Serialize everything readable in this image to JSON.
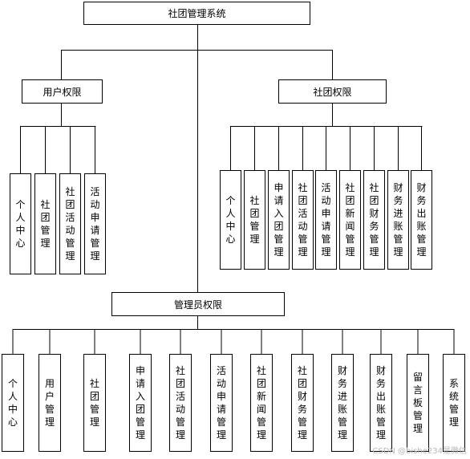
{
  "root": "社团管理系统",
  "user_branch": {
    "title": "用户权限",
    "items": [
      "个人中心",
      "社团管理",
      "社团活动管理",
      "活动申请管理"
    ]
  },
  "club_branch": {
    "title": "社团权限",
    "items": [
      "个人中心",
      "社团管理",
      "申请入团管理",
      "社团活动管理",
      "活动申请管理",
      "社团新闻管理",
      "社团财务管理",
      "财务进账管理",
      "财务出账管理"
    ]
  },
  "admin_branch": {
    "title": "管理员权限",
    "items": [
      "个人中心",
      "用户管理",
      "社团管理",
      "申请入团管理",
      "社团活动管理",
      "活动申请管理",
      "社团新闻管理",
      "社团财务管理",
      "财务进账管理",
      "财务出账管理",
      "留言板管理",
      "系统管理"
    ]
  },
  "watermark": "CSDN @bishe234是微信"
}
